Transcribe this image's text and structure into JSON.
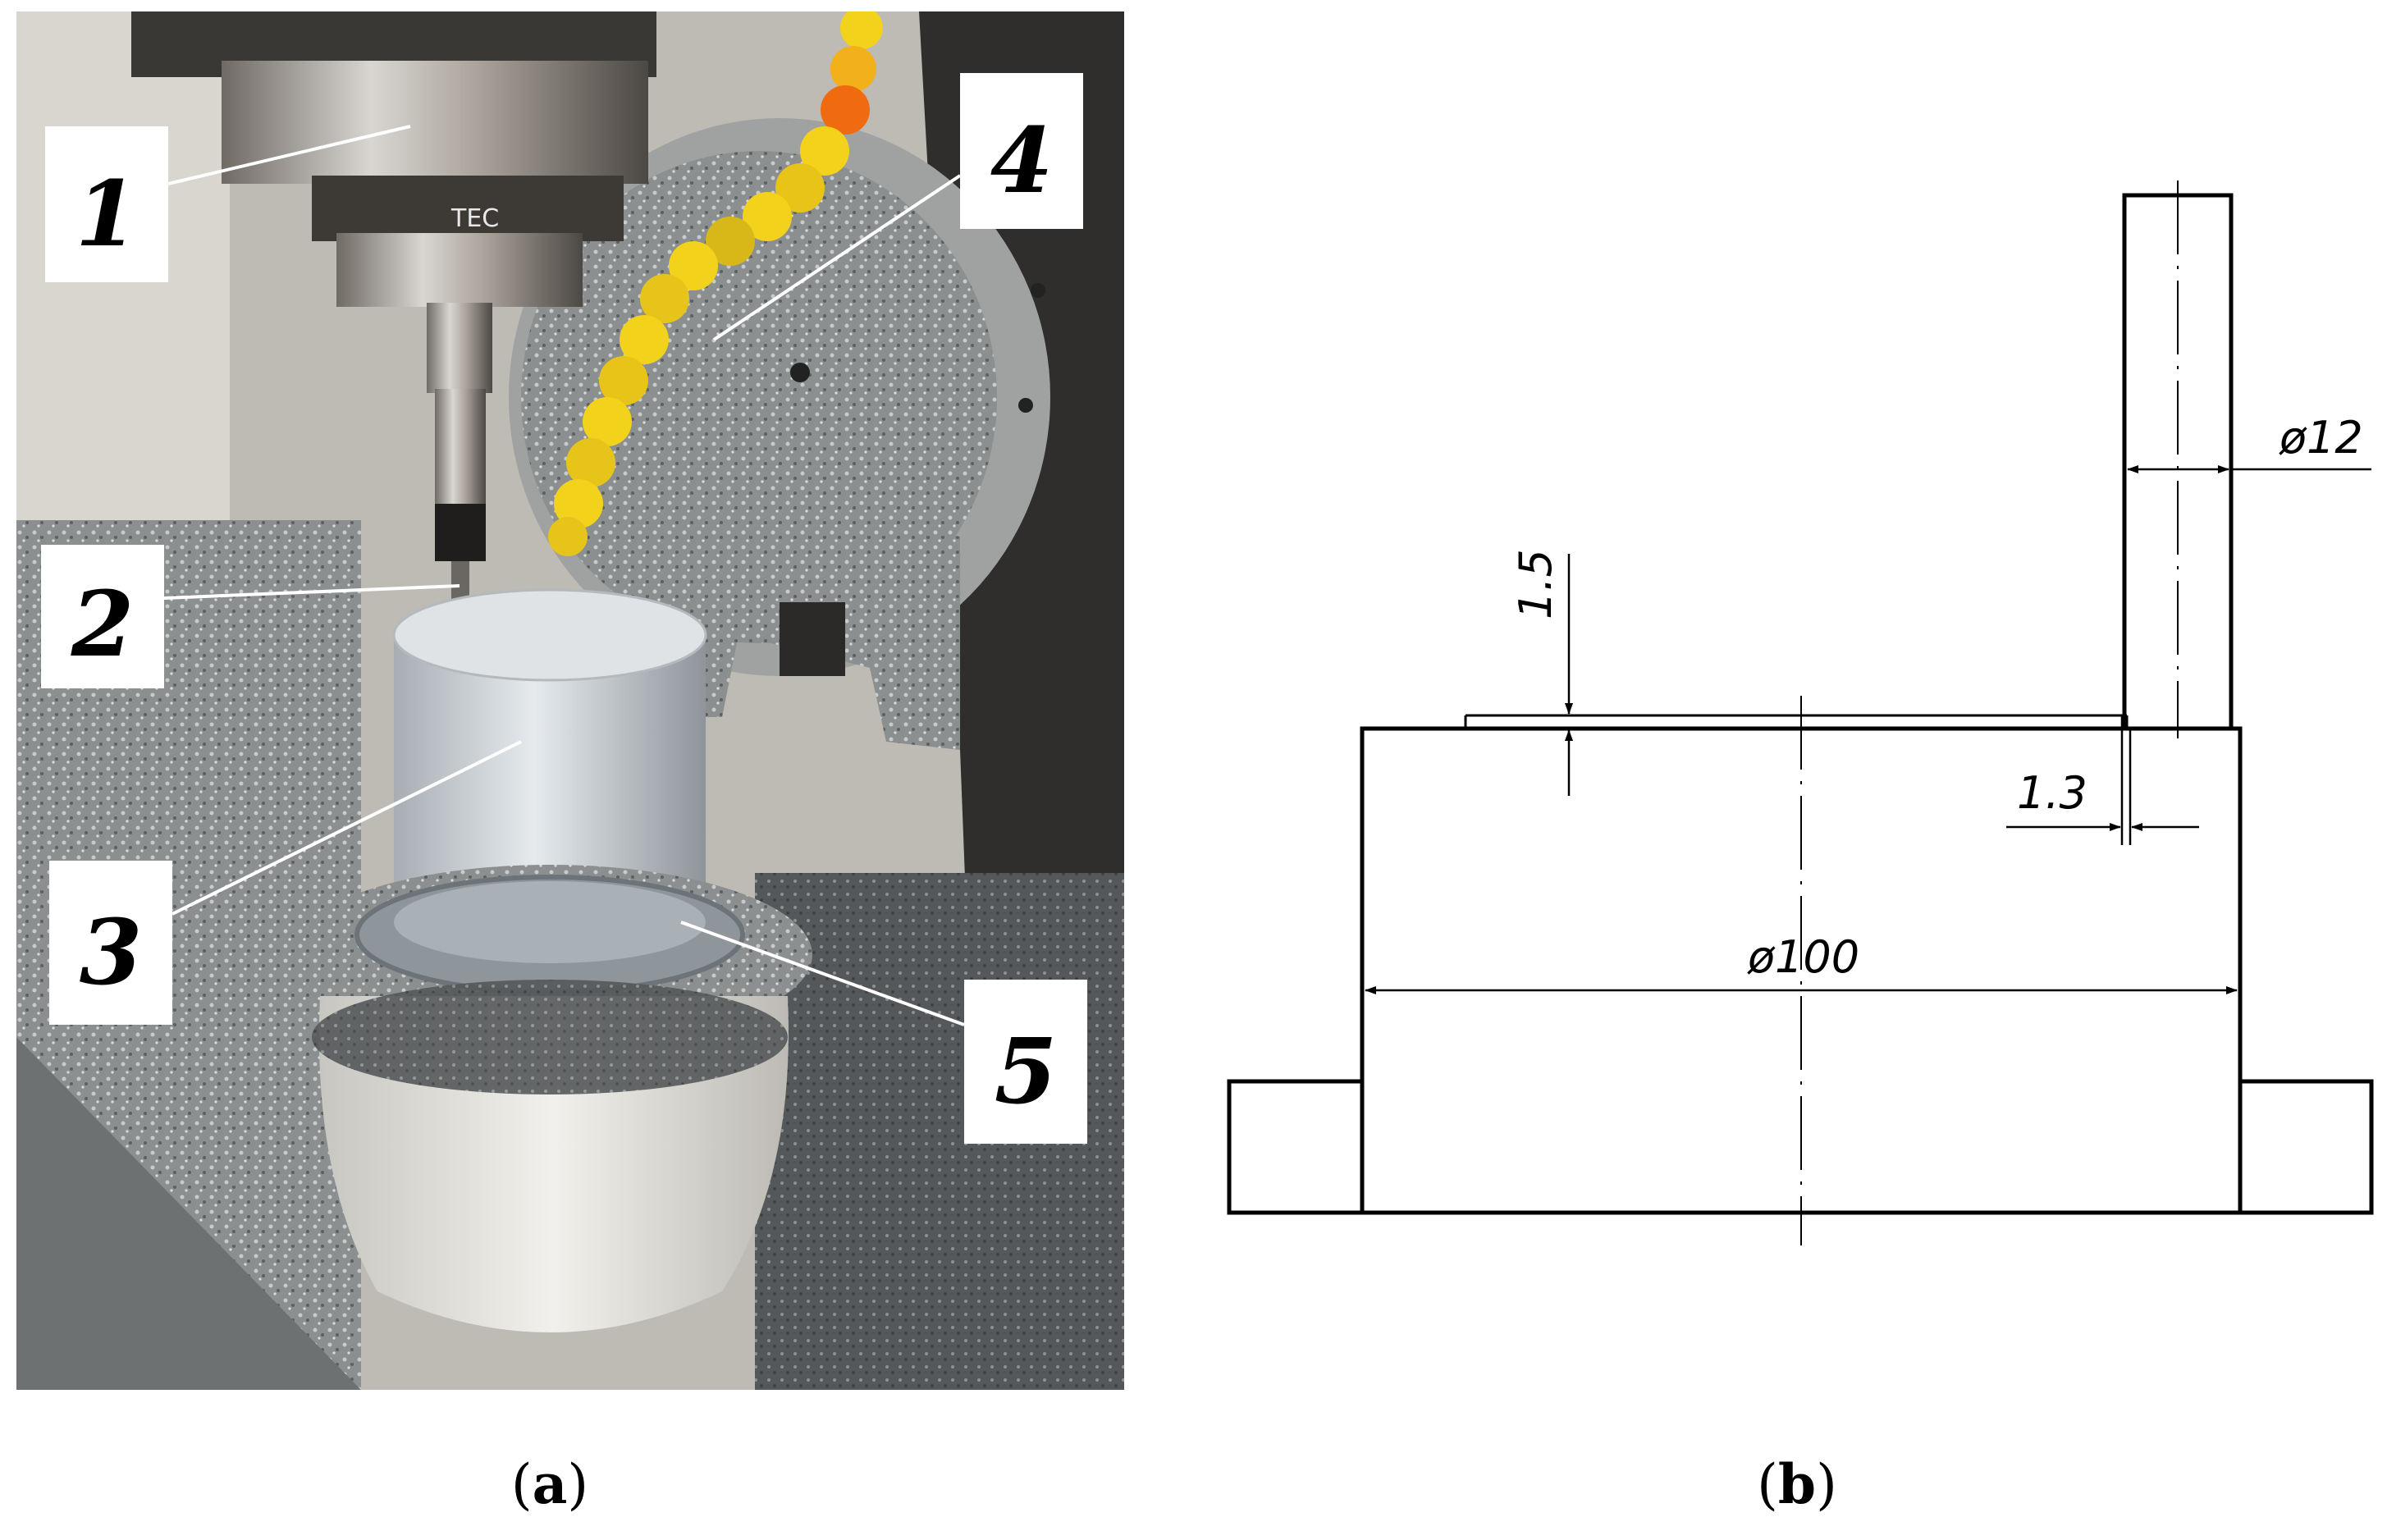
{
  "figure": {
    "captions": {
      "a": "a",
      "b": "b"
    },
    "photo_labels": [
      "1",
      "2",
      "3",
      "4",
      "5"
    ],
    "spindle_text": "TEC",
    "dimensions": {
      "rod_diameter": "ø12",
      "gap_height": "1.5",
      "offset": "1.3",
      "part_diameter": "ø100"
    }
  },
  "colors": {
    "background": "#ffffff",
    "line": "#000000",
    "hose_yellow": "#f2d21a",
    "hose_orange": "#f06a10",
    "aluminum": "#c9cfd3",
    "machine_base": "#e7e6e1"
  }
}
